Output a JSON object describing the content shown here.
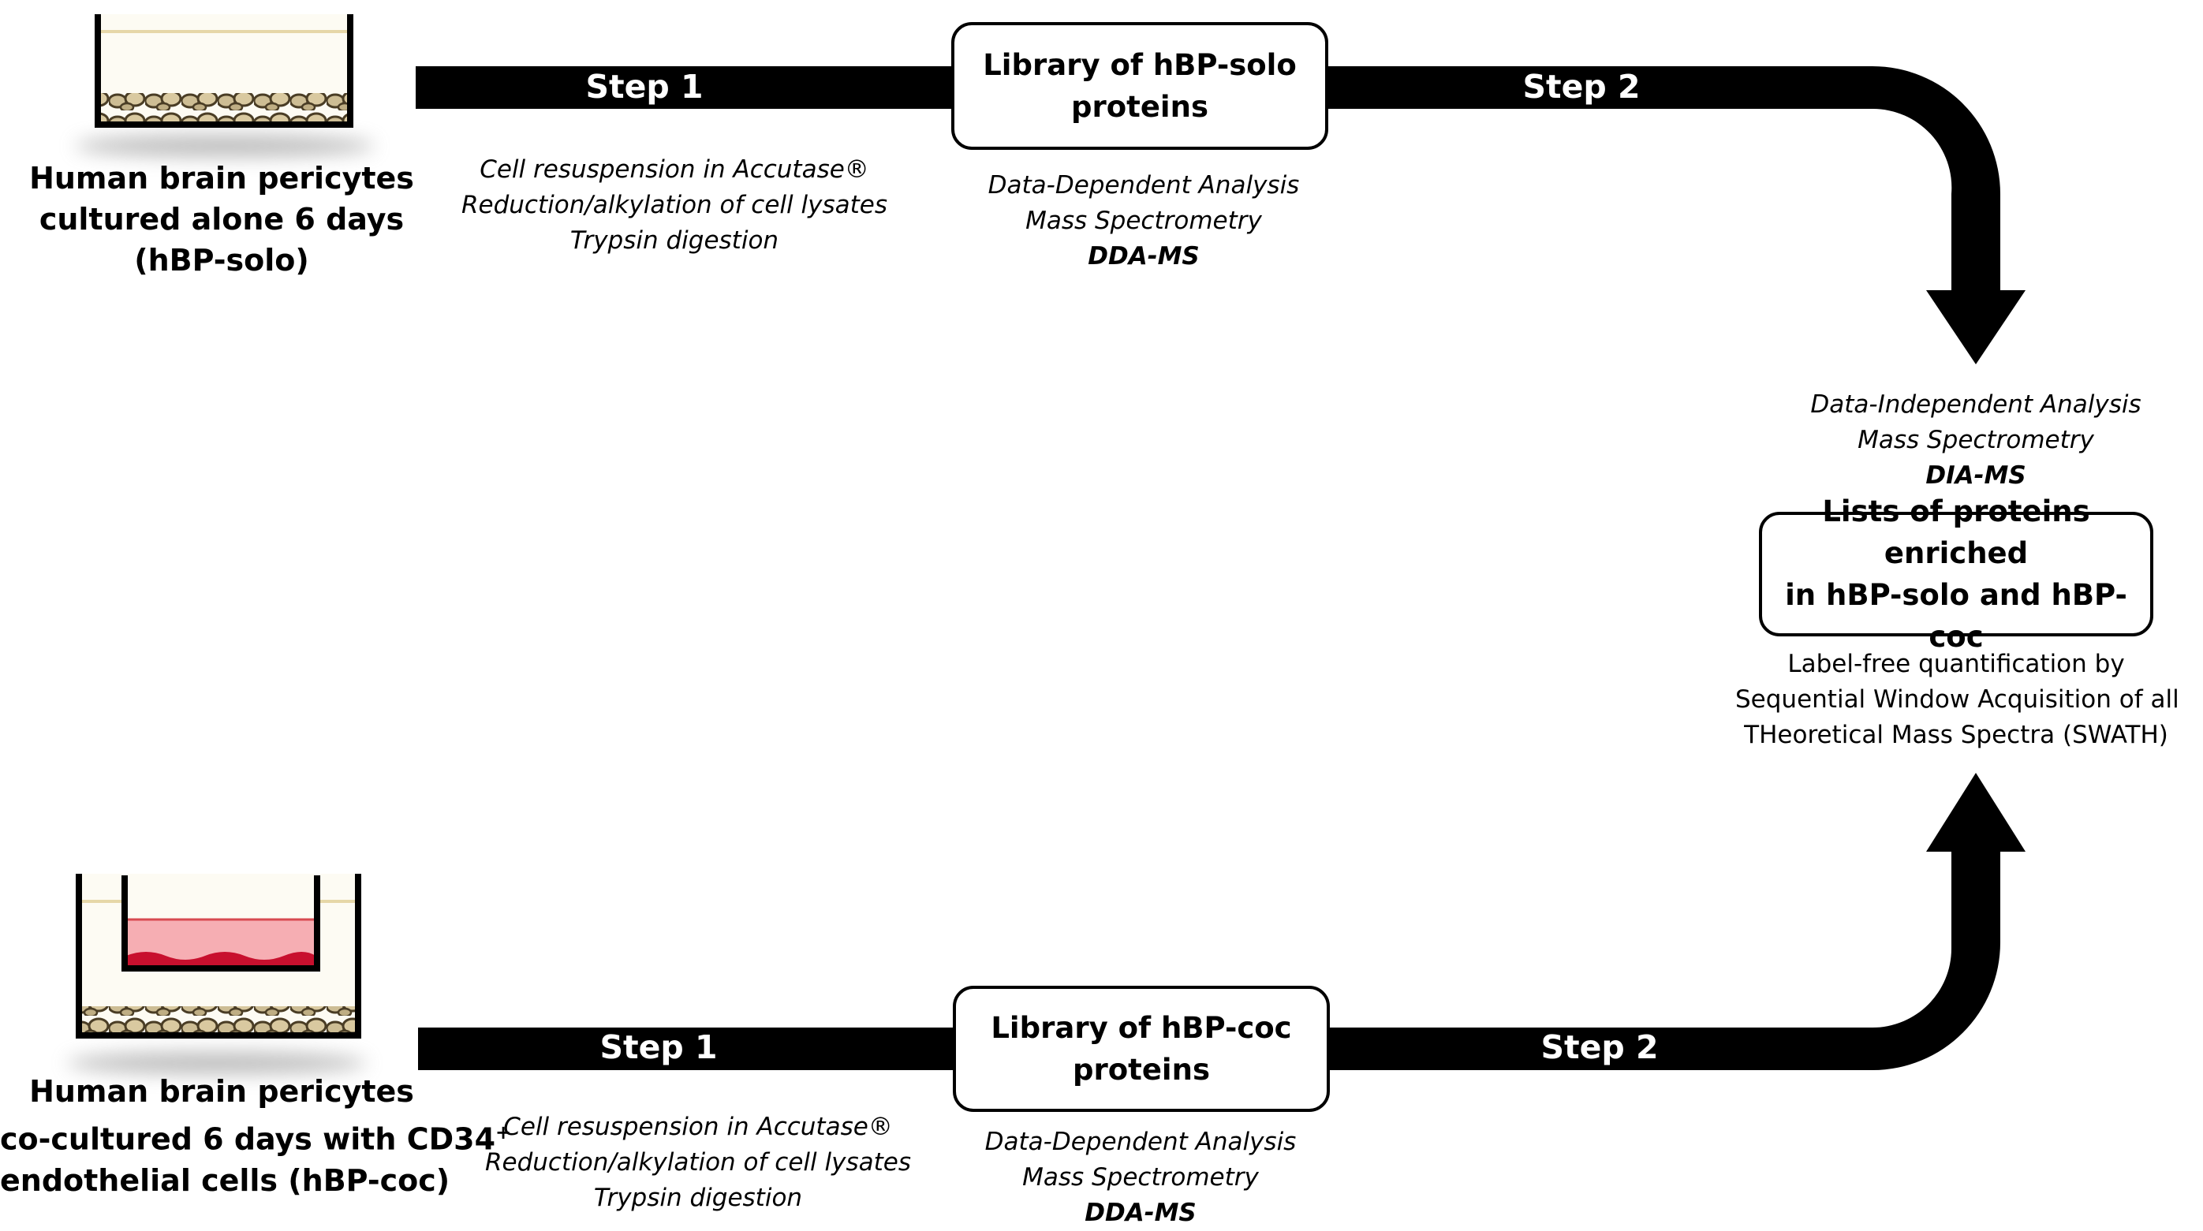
{
  "top": {
    "sample_label": [
      "Human brain pericytes",
      "cultured alone 6 days",
      "(hBP-solo)"
    ],
    "step1_label": "Step 1",
    "step1_notes": [
      "Cell resuspension in Accutase®",
      "Reduction/alkylation of cell lysates",
      "Trypsin digestion"
    ],
    "library_box": [
      "Library of hBP-solo",
      "proteins"
    ],
    "library_notes": [
      "Data-Dependent Analysis",
      "Mass Spectrometry"
    ],
    "library_method": "DDA-MS",
    "step2_label": "Step 2"
  },
  "bottom": {
    "sample_label_line1": "Human brain pericytes",
    "sample_label_line2": "co-cultured 6 days with CD34",
    "sample_label_sup": "+",
    "sample_label_line3": "endothelial cells (hBP-coc)",
    "step1_label": "Step 1",
    "step1_notes": [
      "Cell resuspension in Accutase®",
      "Reduction/alkylation of cell lysates",
      "Trypsin digestion"
    ],
    "library_box": [
      "Library of hBP-coc",
      "proteins"
    ],
    "library_notes": [
      "Data-Dependent Analysis",
      "Mass Spectrometry"
    ],
    "library_method": "DDA-MS",
    "step2_label": "Step 2"
  },
  "right": {
    "dia_notes": [
      "Data-Independent Analysis",
      "Mass Spectrometry"
    ],
    "dia_method": "DIA-MS",
    "result_box": [
      "Lists of proteins enriched",
      "in hBP-solo and hBP-coc"
    ],
    "swath_notes": [
      "Label-free quantification by",
      "Sequential Window Acquisition of all",
      "THeoretical Mass Spectra (SWATH)"
    ]
  },
  "colors": {
    "arrow": "#000000",
    "medium": "#fdfbf3",
    "medium_line": "#e6d7a8",
    "cells": "#cdbd94",
    "insert_fill": "#f6aeb3",
    "insert_cells": "#c8102e"
  }
}
